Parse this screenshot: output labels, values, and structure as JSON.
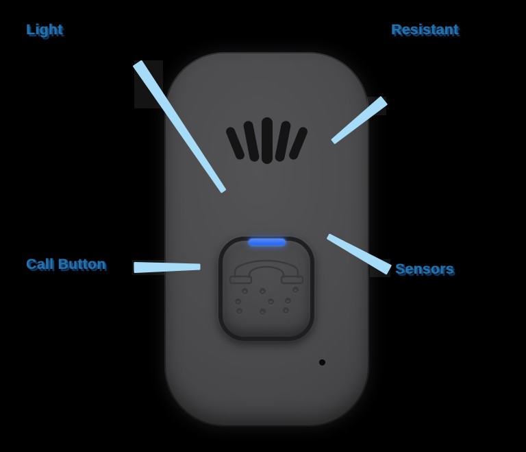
{
  "diagram": {
    "type": "annotated-product-diagram",
    "device_name": "mobile-medical-alert-device",
    "labels": {
      "light": "Light",
      "resistant": "Resistant",
      "call_button": "Call Button",
      "sensors": "Sensors"
    },
    "colors": {
      "background": "#000000",
      "label_text": "#2273b0",
      "label_shadow": "#15355c",
      "pointer_line": "#a6dcf7",
      "device_body": "#48484a",
      "speaker_slot": "#141415",
      "button_ring": "#1e1e20",
      "led_blue": "#2f6df0",
      "mic_hole": "#0c0c0c"
    }
  }
}
